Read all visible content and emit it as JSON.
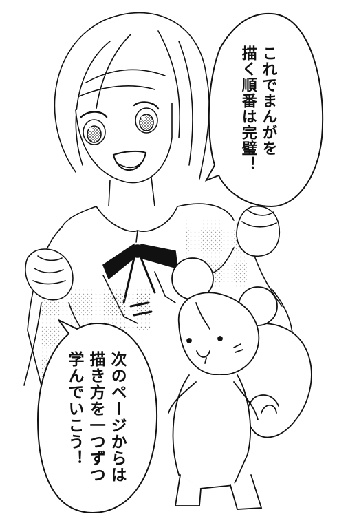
{
  "bubbles": {
    "top": {
      "lines": [
        "これでまんがを",
        "描く順番は完璧！"
      ]
    },
    "bottom": {
      "lines": [
        "次のページからは",
        "描き方を一つずつ",
        "学んでいこう！"
      ]
    }
  },
  "colors": {
    "ink": "#111111",
    "paper": "#ffffff",
    "screentone": "#9a9a9a"
  }
}
